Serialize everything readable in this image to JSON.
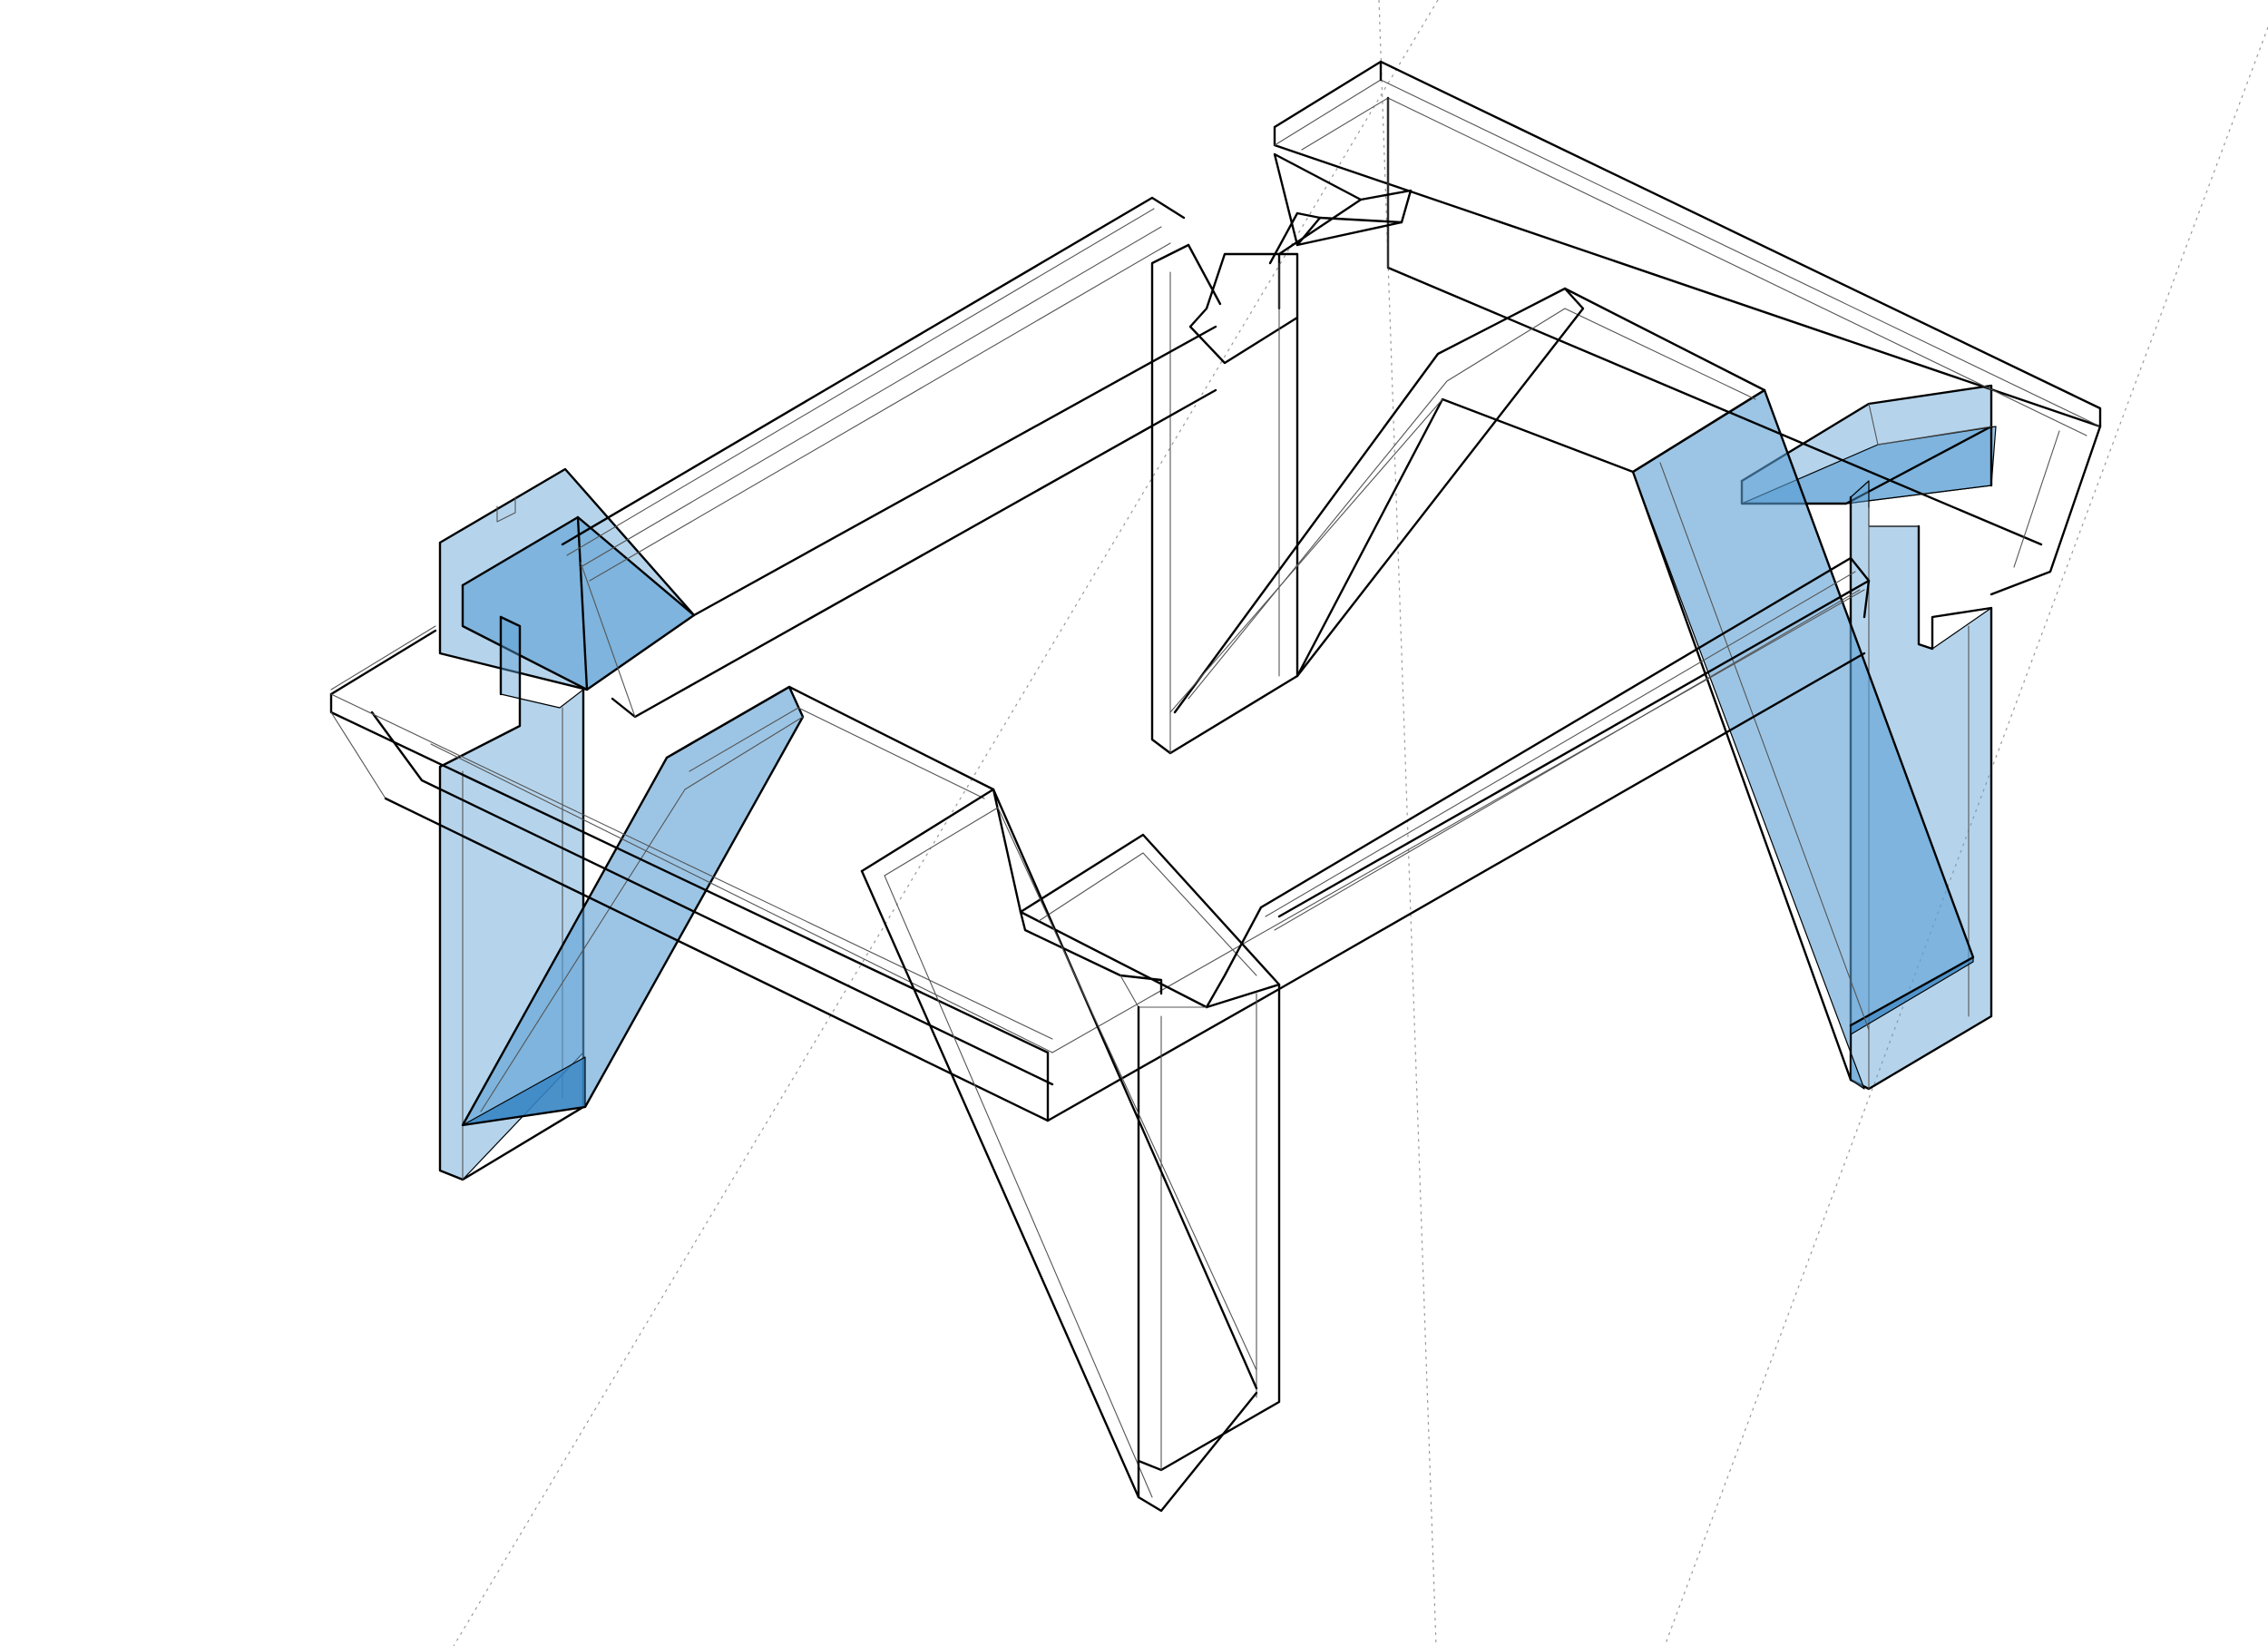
{
  "diagram": {
    "kind": "isometric-wireframe",
    "subject": "table-frame-with-legs",
    "colors": {
      "background": "#ffffff",
      "line": "#000000",
      "hidden_line": "#555555",
      "guide_line": "#9a9a9a",
      "highlight_fill": "#5a9fd4",
      "highlight_fill_dark": "#2f7fc0"
    },
    "highlighted_parts": [
      "front-left-leg",
      "front-left-joint",
      "back-right-leg",
      "back-right-joint"
    ],
    "outlined_parts": [
      "tabletop-apron",
      "back-panel",
      "front-right-leg",
      "back-left-leg",
      "center-brace"
    ]
  }
}
